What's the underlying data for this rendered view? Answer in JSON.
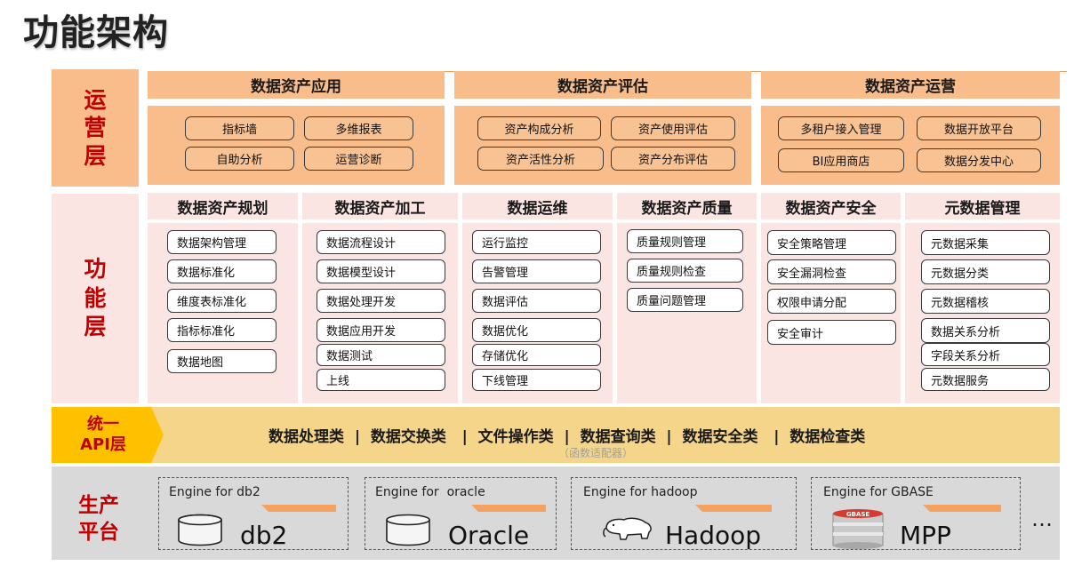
{
  "title": "功能架构",
  "layers": {
    "ops": "运营层",
    "func": "功能层",
    "api_line1": "统一",
    "api_line2": "API层",
    "prod": "生产平台"
  },
  "ops": {
    "groups": [
      {
        "header": "数据资产应用",
        "items": [
          "指标墙",
          "多维报表",
          "自助分析",
          "运营诊断"
        ]
      },
      {
        "header": "数据资产评估",
        "items": [
          "资产构成分析",
          "资产使用评估",
          "资产活性分析",
          "资产分布评估"
        ]
      },
      {
        "header": "数据资产运营",
        "items": [
          "多租户接入管理",
          "数据开放平台",
          "BI应用商店",
          "数据分发中心"
        ]
      }
    ]
  },
  "func": {
    "columns": [
      {
        "header": "数据资产规划",
        "items": [
          "数据架构管理",
          "数据标准化",
          "维度表标准化",
          "指标标准化",
          "数据地图"
        ]
      },
      {
        "header": "数据资产加工",
        "items": [
          "数据流程设计",
          "数据模型设计",
          "数据处理开发",
          "数据应用开发",
          "数据测试",
          "上线"
        ]
      },
      {
        "header": "数据运维",
        "items": [
          "运行监控",
          "告警管理",
          "数据评估",
          "数据优化",
          "存储优化",
          "下线管理"
        ]
      },
      {
        "header": "数据资产质量",
        "items": [
          "质量规则管理",
          "质量规则检查",
          "质量问题管理"
        ]
      },
      {
        "header": "数据资产安全",
        "items": [
          "安全策略管理",
          "安全漏洞检查",
          "权限申请分配",
          "安全审计"
        ]
      },
      {
        "header": "元数据管理",
        "items": [
          "元数据采集",
          "元数据分类",
          "元数据稽核",
          "数据关系分析",
          "字段关系分析",
          "元数据服务"
        ]
      }
    ]
  },
  "api": {
    "categories": "数据处理类  |  数据交换类   |  文件操作类  |  数据查询类  |  数据安全类   |  数据检查类",
    "subtitle": "（函数适配器）"
  },
  "engines": [
    {
      "label": "Engine for db2",
      "name": "db2",
      "icon": "database-cylinder-icon"
    },
    {
      "label": "Engine for  oracle",
      "name": "Oracle",
      "icon": "database-cylinder-icon"
    },
    {
      "label": "Engine for hadoop",
      "name": "Hadoop",
      "icon": "hadoop-elephant-icon"
    },
    {
      "label": "Engine for GBASE",
      "name": "MPP",
      "icon": "gbase-cylinder-icon"
    }
  ],
  "more": "…",
  "colors": {
    "orange": "#f8bd8a",
    "pink": "#fbe5e3",
    "api_yellow": "#f5d58a",
    "api_orange": "#ffc000",
    "prod_gray": "#d9d9d9",
    "label_red": "#c00000"
  }
}
